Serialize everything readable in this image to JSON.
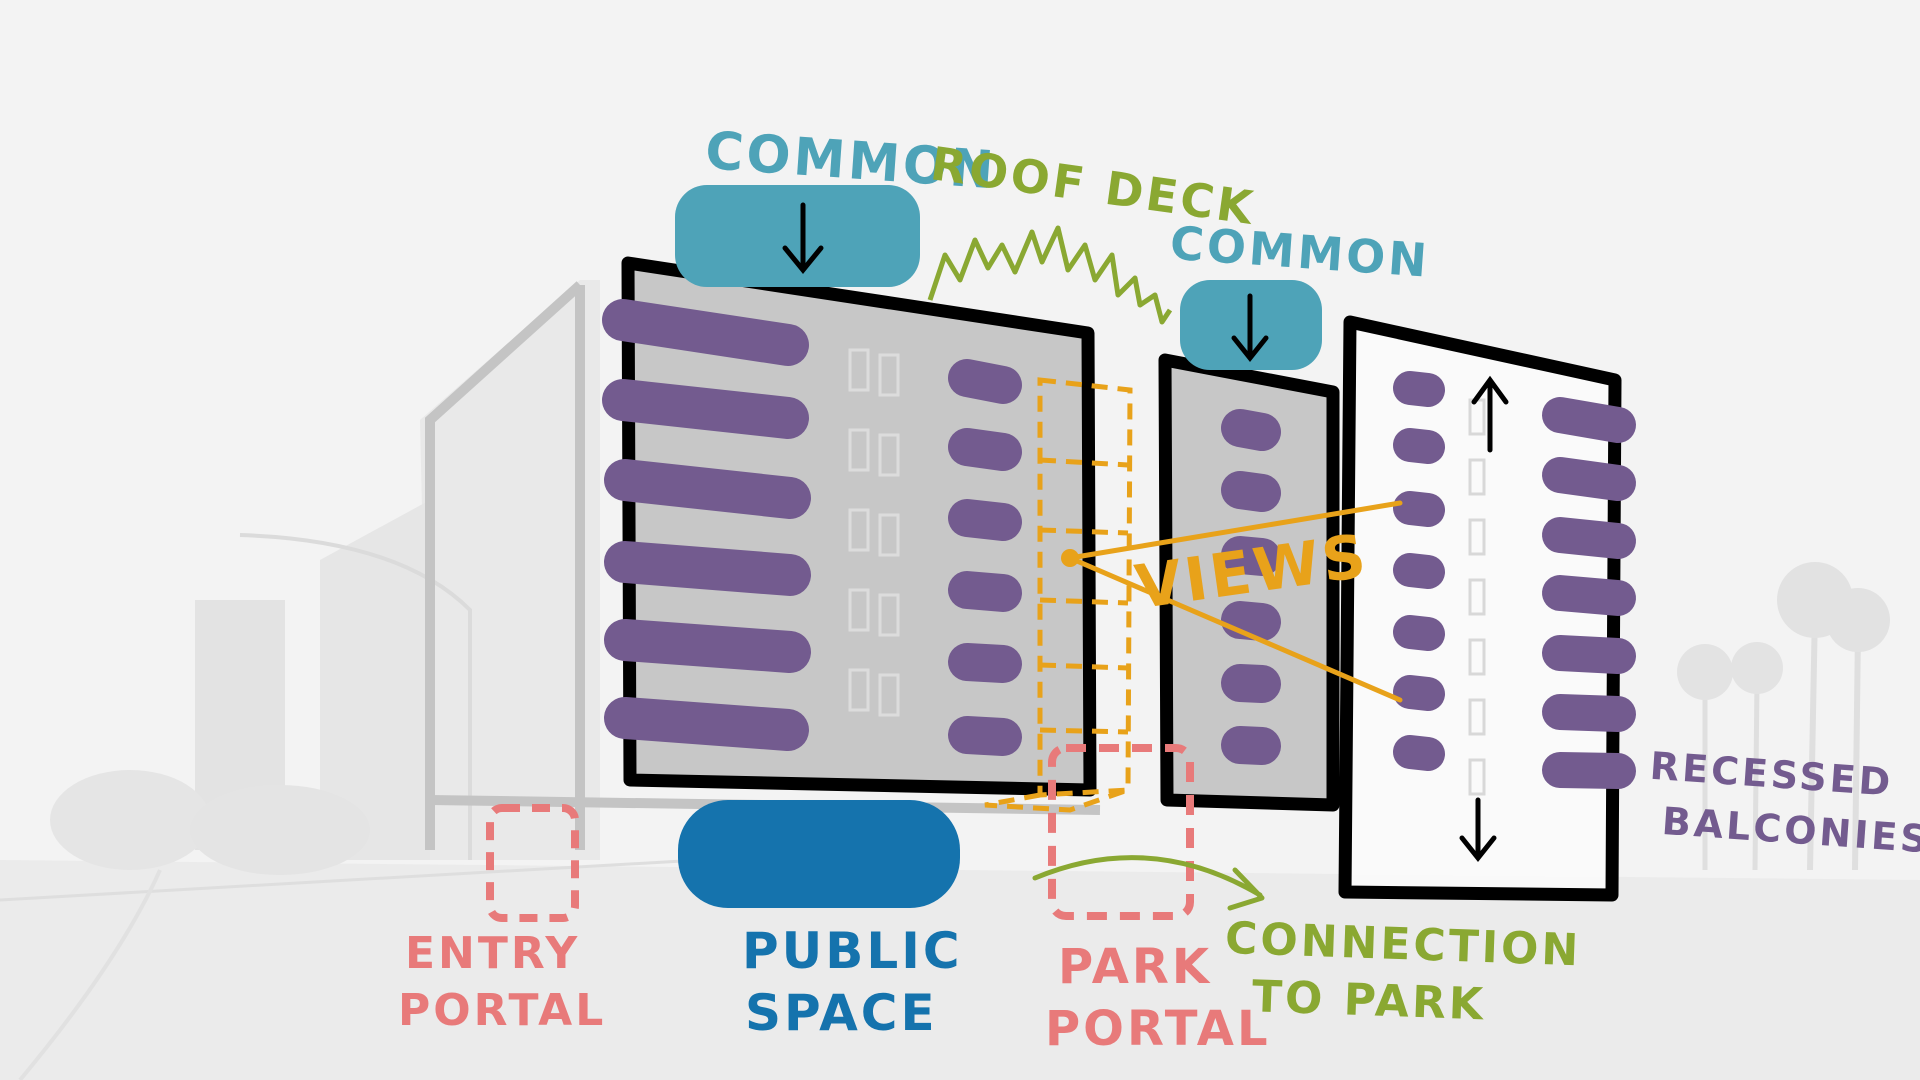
{
  "labels": {
    "common_left": "COMMON",
    "roof_deck": "ROOF DECK",
    "common_right": "COMMON",
    "views": "VIEWS",
    "recessed_line1": "RECESSED",
    "recessed_line2": "BALCONIES",
    "entry_line1": "ENTRY",
    "entry_line2": "PORTAL",
    "public_line1": "PUBLIC",
    "public_line2": "SPACE",
    "park_line1": "PARK",
    "park_line2": "PORTAL",
    "connection_line1": "CONNECTION",
    "connection_line2": "TO PARK"
  },
  "colors": {
    "common_teal": "#4ea3b8",
    "roof_green": "#8aa832",
    "balcony_purple": "#735b8f",
    "views_orange": "#e8a21a",
    "portal_pink": "#e87a7a",
    "public_blue": "#1573ad",
    "outline_black": "#000000"
  }
}
